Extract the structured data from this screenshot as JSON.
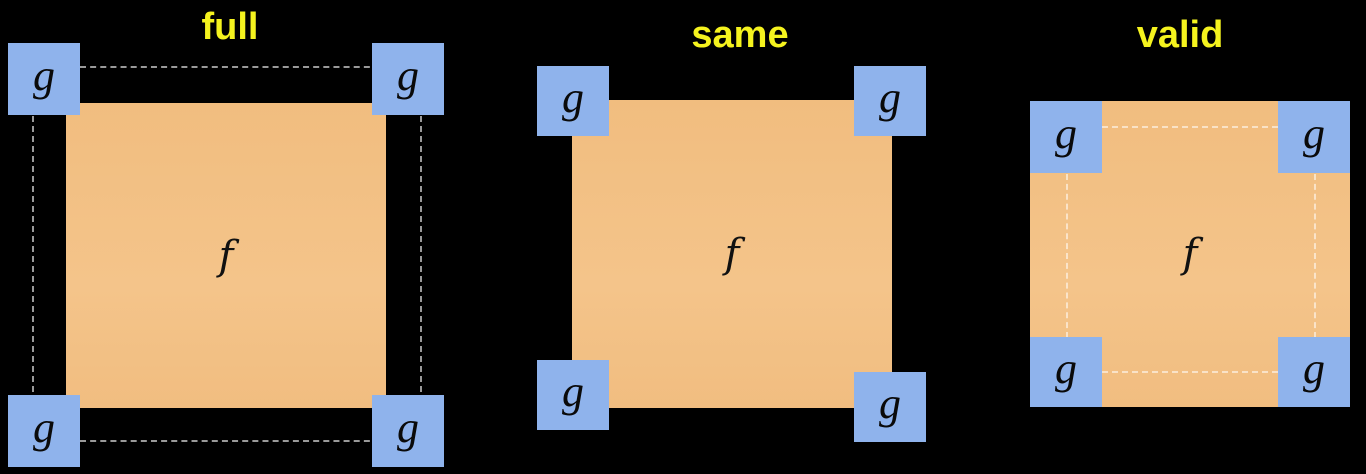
{
  "panels": [
    {
      "title": "full",
      "f_label": "f",
      "g_label": "g"
    },
    {
      "title": "same",
      "f_label": "f",
      "g_label": "g"
    },
    {
      "title": "valid",
      "f_label": "f",
      "g_label": "g"
    }
  ],
  "colors": {
    "background": "#000000",
    "title": "#f5f31e",
    "f_fill": "#f3c185",
    "g_fill": "#8fb3ec",
    "dashed_outline": "#9a9a9a"
  }
}
